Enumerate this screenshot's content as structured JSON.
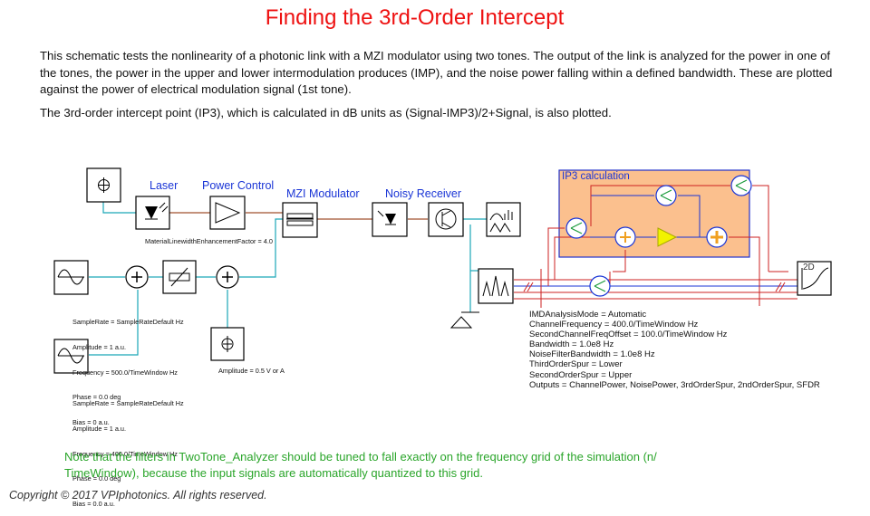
{
  "title": "Finding the 3rd-Order Intercept",
  "description": "This schematic tests the nonlinearity of a photonic link with a MZI modulator using two tones. The output of the link is analyzed for the power in one of the tones, the power in the upper and lower intermodulation produces (IMP), and the noise power falling within a defined bandwidth. These are plotted against the power of electrical modulation signal (1st tone).",
  "description2": "The 3rd-order intercept point (IP3), which is calculated in dB units as (Signal-IMP3)/2+Signal, is also plotted.",
  "labels": {
    "laser": "Laser",
    "power_control": "Power Control",
    "mzi": "MZI Modulator",
    "noisy_receiver": "Noisy Receiver",
    "ip3": "IP3 calculation",
    "plot2d": "2D"
  },
  "mzi_param": "MaterialLinewidthEnhancementFactor = 4.0",
  "bias_param": "Amplitude = 0.5 V or A",
  "tone1_params": [
    "SampleRate = SampleRateDefault Hz",
    "Amplitude = 1 a.u.",
    "Frequency = 500.0/TimeWindow Hz",
    "Phase = 0.0 deg",
    "Bias = 0 a.u."
  ],
  "tone2_params": [
    "SampleRate = SampleRateDefault Hz",
    "Amplitude = 1 a.u.",
    "Frequency = 400.0/TimeWindow Hz",
    "Phase = 0.0 deg",
    "Bias = 0.0 a.u."
  ],
  "analyzer_params": [
    "IMDAnalysisMode = Automatic",
    "ChannelFrequency = 400.0/TimeWindow Hz",
    "SecondChannelFreqOffset = 100.0/TimeWindow Hz",
    "Bandwidth = 1.0e8 Hz",
    "NoiseFilterBandwidth = 1.0e8 Hz",
    "ThirdOrderSpur = Lower",
    "SecondOrderSpur = Upper",
    "Outputs = ChannelPower, NoisePower, 3rdOrderSpur, 2ndOrderSpur, SFDR"
  ],
  "note": "Note that the filters in TwoTone_Analyzer should be tuned to fall exactly on the frequency grid of the simulation (n/ TimeWindow), because the input signals are automatically quantized to this grid.",
  "copyright": "Copyright © 2017 VPIphotonics. All rights reserved.",
  "colors": {
    "title": "#ee1111",
    "label": "#1a35d6",
    "note": "#2aa52a",
    "optical_wire": "#a0522d",
    "electrical_wire": "#1aa7b8",
    "ip3_fill": "#fbc08e",
    "ip3_border": "#2233cc",
    "adder": "#f0a020",
    "amplifier": "#f2f200"
  }
}
